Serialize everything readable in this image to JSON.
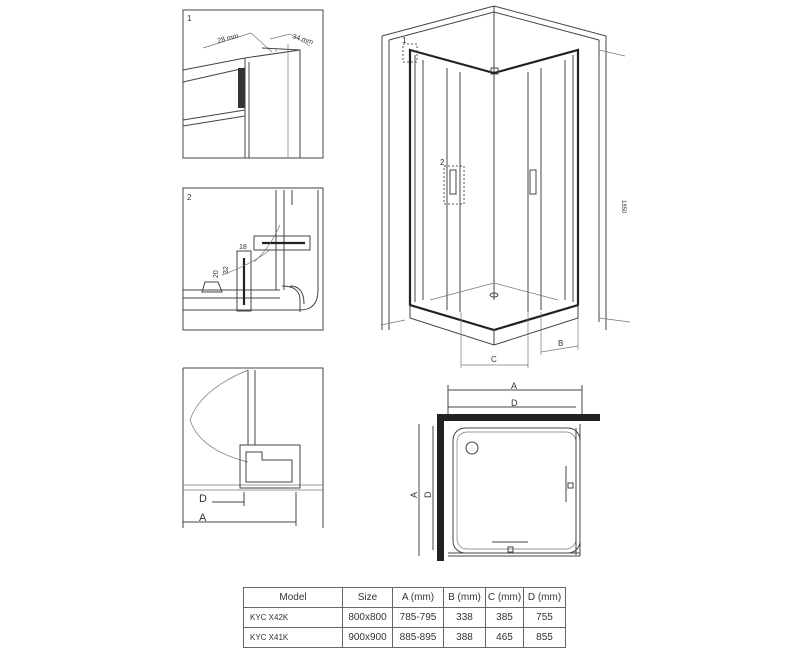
{
  "detail_1": {
    "label": "1",
    "dim_width": "28 mm",
    "dim_depth": "34 mm"
  },
  "detail_2": {
    "label": "2",
    "dim_18": "18",
    "dim_32": "32",
    "dim_20": "20"
  },
  "detail_3": {
    "dim_d": "D",
    "dim_a": "A"
  },
  "main_view": {
    "callout_1": "1",
    "callout_2": "2",
    "dim_b": "B",
    "dim_c": "C",
    "height": "1850"
  },
  "plan_view": {
    "dim_a_top": "A",
    "dim_d_top": "D",
    "dim_a_left": "A",
    "dim_d_left": "D"
  },
  "spec_table": {
    "headers": [
      "Model",
      "Size",
      "A (mm)",
      "B (mm)",
      "C (mm)",
      "D (mm)"
    ],
    "rows": [
      [
        "KYC X42K",
        "800x800",
        "785-795",
        "338",
        "385",
        "755"
      ],
      [
        "KYC X41K",
        "900x900",
        "885-895",
        "388",
        "465",
        "855"
      ]
    ]
  }
}
